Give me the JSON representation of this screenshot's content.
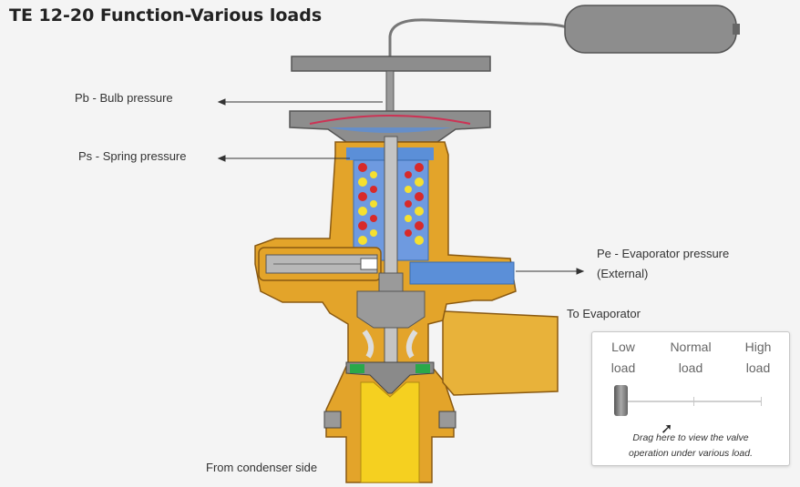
{
  "title": "TE 12-20 Function-Various loads",
  "labels": {
    "pb": "Pb - Bulb pressure",
    "ps": "Ps - Spring pressure",
    "pe_line1": "Pe - Evaporator pressure",
    "pe_line2": "(External)",
    "to_evaporator": "To Evaporator",
    "from_condenser": "From condenser side"
  },
  "load_control": {
    "options": [
      {
        "line1": "Low",
        "line2": "load"
      },
      {
        "line1": "Normal",
        "line2": "load"
      },
      {
        "line1": "High",
        "line2": "load"
      }
    ],
    "selected": "Low load",
    "hint_line1": "Drag here to view the valve",
    "hint_line2": "operation under various load."
  },
  "colors": {
    "body": "#e3a42a",
    "refrigerant_liquid": "#f5d020",
    "equalizer": "#5b8fd8",
    "steel": "#8a8a8a"
  }
}
